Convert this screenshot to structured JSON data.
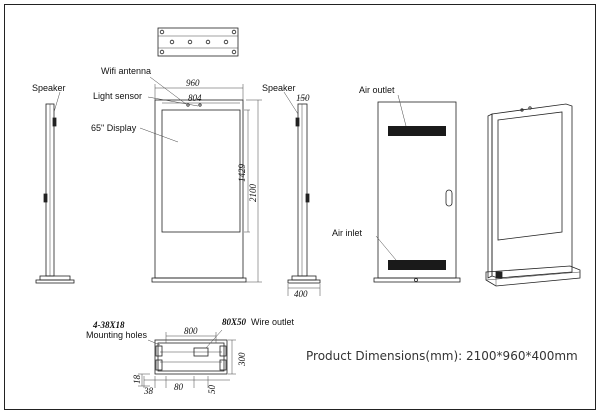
{
  "labels": {
    "speaker_left": "Speaker",
    "wifi_antenna": "Wifi antenna",
    "light_sensor": "Light sensor",
    "display": "65\" Display",
    "speaker_right": "Speaker",
    "air_outlet": "Air outlet",
    "air_inlet": "Air inlet",
    "mounting_holes_spec": "4-38X18",
    "mounting_holes": "Mounting holes",
    "wire_outlet_spec": "80X50",
    "wire_outlet": "Wire outlet"
  },
  "dimensions": {
    "overall_width": "960",
    "screen_width": "804",
    "screen_height": "1429",
    "overall_height": "2100",
    "side_depth": "150",
    "base_depth": "400",
    "base_width": "800",
    "base_depth_small": "300",
    "offset_18": "18",
    "offset_38": "38",
    "offset_80": "80",
    "offset_50": "50"
  },
  "product_dimensions": "Product Dimensions(mm): 2100*960*400mm"
}
